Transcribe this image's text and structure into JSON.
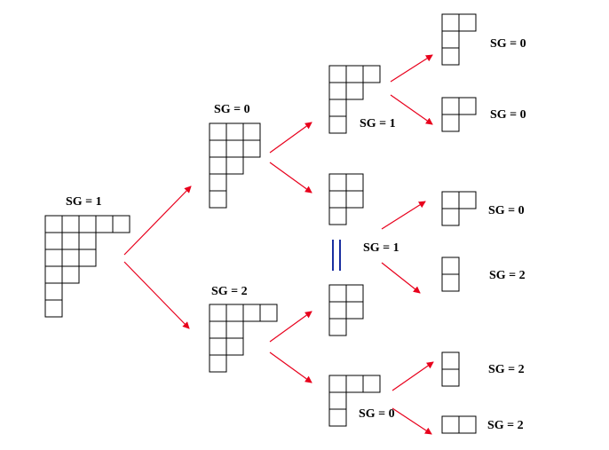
{
  "colors": {
    "arrow": "#e8001c",
    "grid": "#000000",
    "equals": "#1a2fa0"
  },
  "labels": {
    "root": "SG = 1",
    "a": "SG = 0",
    "b": "SG = 2",
    "a1": "SG = 1",
    "mid": "SG = 1",
    "b2": "SG = 0",
    "a1a": "SG = 0",
    "a1b": "SG = 0",
    "mid1": "SG = 0",
    "mid2": "SG = 2",
    "b2a": "SG = 2",
    "b2b": "SG = 2"
  },
  "diagrams": {
    "root": [
      5,
      3,
      3,
      2,
      1,
      1
    ],
    "a": [
      3,
      3,
      2,
      1,
      1
    ],
    "b": [
      4,
      2,
      2,
      1
    ],
    "a1": [
      3,
      2,
      1,
      1
    ],
    "mid_top": [
      2,
      2,
      1
    ],
    "mid_bottom": [
      2,
      2,
      1
    ],
    "b2": [
      3,
      1,
      1
    ],
    "a1a": [
      2,
      1,
      1
    ],
    "a1b": [
      2,
      1
    ],
    "mid1": [
      2,
      1
    ],
    "mid2": [
      1,
      1
    ],
    "b2a": [
      1,
      1
    ],
    "b2b": [
      2
    ]
  }
}
